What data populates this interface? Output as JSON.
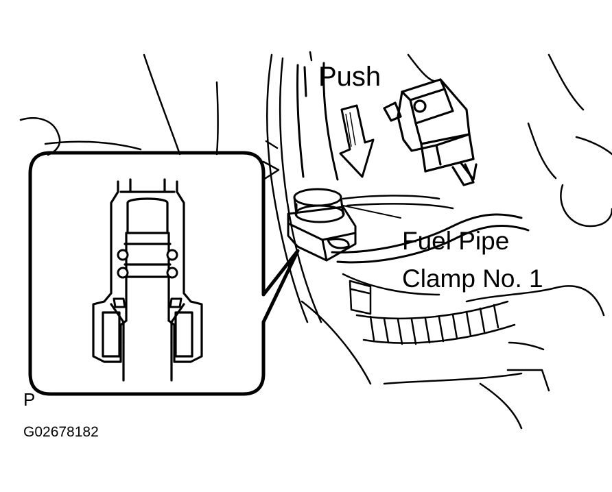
{
  "labels": {
    "push": "Push",
    "clamp_line1": "Fuel Pipe",
    "clamp_line2": "Clamp No. 1",
    "view_marker": "P",
    "figure_code": "G02678182"
  },
  "colors": {
    "ink": "#000000",
    "paper": "#ffffff"
  },
  "icons": {
    "direction": "down-arrow-icon"
  }
}
